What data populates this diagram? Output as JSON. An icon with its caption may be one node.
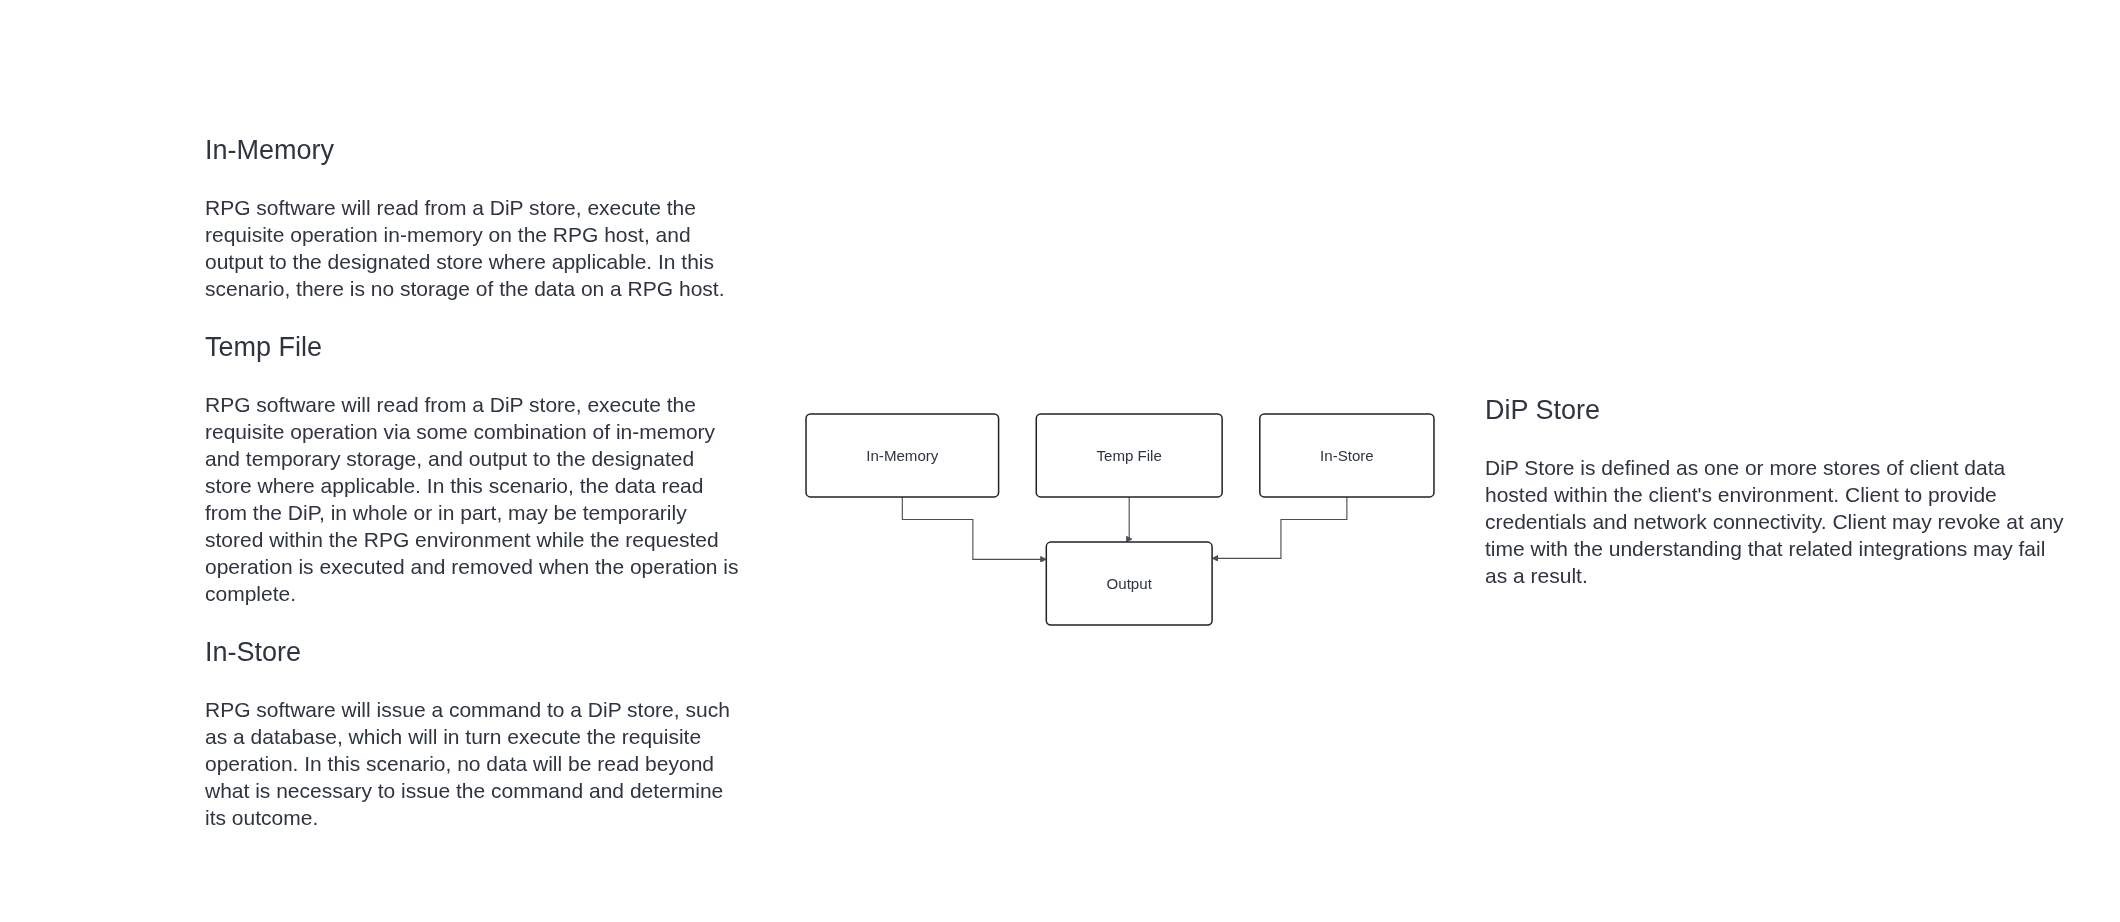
{
  "diagram": {
    "nodes": [
      {
        "text": [
          "In-Memory"
        ]
      },
      {
        "text": [
          "Temp File"
        ]
      },
      {
        "text": [
          "In-Store"
        ]
      },
      {
        "text": [
          "Output"
        ]
      }
    ],
    "edges": [
      {
        "from": 0,
        "to": 3,
        "arrow": "to"
      },
      {
        "from": 1,
        "to": 3,
        "arrow": "to"
      },
      {
        "from": 2,
        "to": 3,
        "arrow": "to"
      }
    ],
    "labels": [
      "In-Memory",
      "RPG software will read from a DiP store, execute the requisite operation in-memory on the RPG host, and output to the designated store where applicable. In this scenario, there is no storage of the data on a RPG host.",
      "Temp File",
      "RPG software will read from a DiP store, execute the requisite operation via some combination of in-memory and temporary storage, and output to the designated store where applicable. In this scenario, the data read from the DiP, in whole or in part, may be temporarily stored within the RPG environment while the requested operation is executed and removed when the operation is complete.",
      "In-Store",
      "RPG software will issue a command to a DiP store, such as a database, which will in turn execute the requisite operation. In this scenario, no data will be read beyond what is necessary to issue the command and determine its outcome.",
      "DiP Store",
      "DiP Store is defined as one or more stores of client data hosted within the client's environment. Client to provide credentials and network connectivity. Client may revoke at any time with the understanding that related integrations may fail as a result."
    ]
  }
}
